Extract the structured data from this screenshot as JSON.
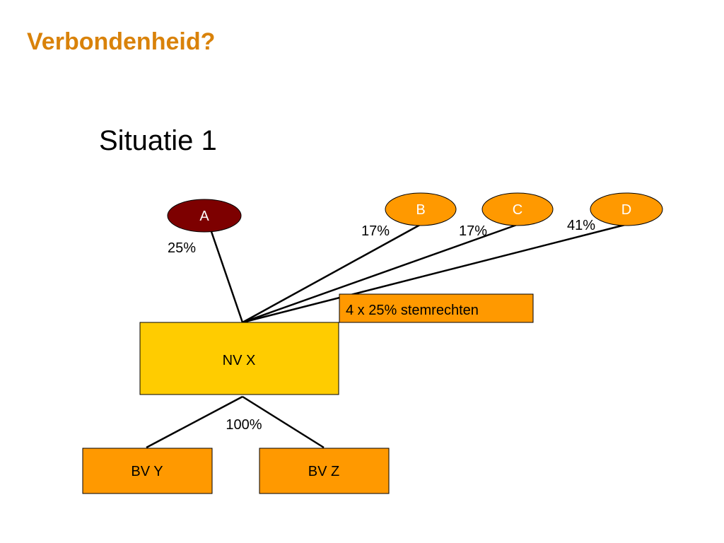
{
  "title": "Verbondenheid?",
  "subtitle": "Situatie 1",
  "colors": {
    "title": "#d9820a",
    "shareholder_a": "#7d0000",
    "shareholder_other": "#ff9900",
    "company_main": "#ffcc00",
    "company_sub": "#ff9900",
    "note_box": "#ff9900"
  },
  "diagram": {
    "shareholders": [
      {
        "id": "A",
        "label": "A",
        "stake": "25%"
      },
      {
        "id": "B",
        "label": "B",
        "stake": "17%"
      },
      {
        "id": "C",
        "label": "C",
        "stake": "17%"
      },
      {
        "id": "D",
        "label": "D",
        "stake": "41%"
      }
    ],
    "voting_note": "4 x 25% stemrechten",
    "main_company": "NV X",
    "subsidiary_stake": "100%",
    "subsidiaries": [
      {
        "id": "BV Y",
        "label": "BV Y"
      },
      {
        "id": "BV Z",
        "label": "BV Z"
      }
    ]
  }
}
